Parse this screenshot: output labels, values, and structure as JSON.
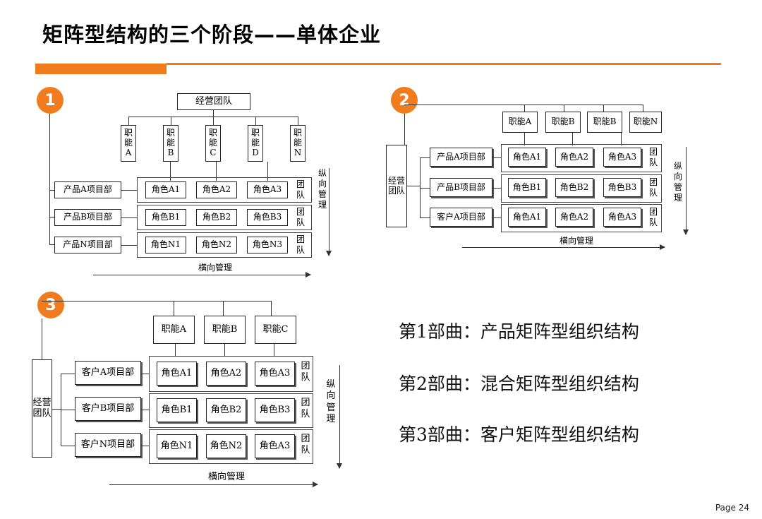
{
  "title": "矩阵型结构的三个阶段——单体企业",
  "page": "Page 24",
  "accent_color": "#f07c1e",
  "diagram1": {
    "badge": "1",
    "top": "经营团队",
    "functions": [
      "职能A",
      "职能B",
      "职能C",
      "职能D",
      "职能N"
    ],
    "rows": [
      {
        "label": "产品A项目部",
        "roles": [
          "角色A1",
          "角色A2",
          "角色A3"
        ],
        "team": "团队"
      },
      {
        "label": "产品B项目部",
        "roles": [
          "角色B1",
          "角色B2",
          "角色B3"
        ],
        "team": "团队"
      },
      {
        "label": "产品N项目部",
        "roles": [
          "角色N1",
          "角色N2",
          "角色N3"
        ],
        "team": "团队"
      }
    ],
    "vertical": "纵向管理",
    "horizontal": "横向管理"
  },
  "diagram2": {
    "badge": "2",
    "left": "经营团队",
    "functions": [
      "职能A",
      "职能B",
      "职能B",
      "职能N"
    ],
    "rows": [
      {
        "label": "产品A项目部",
        "roles": [
          "角色A1",
          "角色A2",
          "角色A3"
        ],
        "team": "团队"
      },
      {
        "label": "产品B项目部",
        "roles": [
          "角色B1",
          "角色B2",
          "角色B3"
        ],
        "team": "团队"
      },
      {
        "label": "客户A项目部",
        "roles": [
          "角色A1",
          "角色A2",
          "角色A3"
        ],
        "team": "团队"
      }
    ],
    "vertical": "纵向管理",
    "horizontal": "横向管理"
  },
  "diagram3": {
    "badge": "3",
    "left": "经营团队",
    "functions": [
      "职能A",
      "职能B",
      "职能C"
    ],
    "rows": [
      {
        "label": "客户A项目部",
        "roles": [
          "角色A1",
          "角色A2",
          "角色A3"
        ],
        "team": "团队"
      },
      {
        "label": "客户B项目部",
        "roles": [
          "角色B1",
          "角色B2",
          "角色B3"
        ],
        "team": "团队"
      },
      {
        "label": "客户N项目部",
        "roles": [
          "角色N1",
          "角色N2",
          "角色A3"
        ],
        "team": "团队"
      }
    ],
    "vertical": "纵向管理",
    "horizontal": "横向管理"
  },
  "descriptions": [
    "第1部曲：产品矩阵型组织结构",
    "第2部曲：混合矩阵型组织结构",
    "第3部曲：客户矩阵型组织结构"
  ]
}
